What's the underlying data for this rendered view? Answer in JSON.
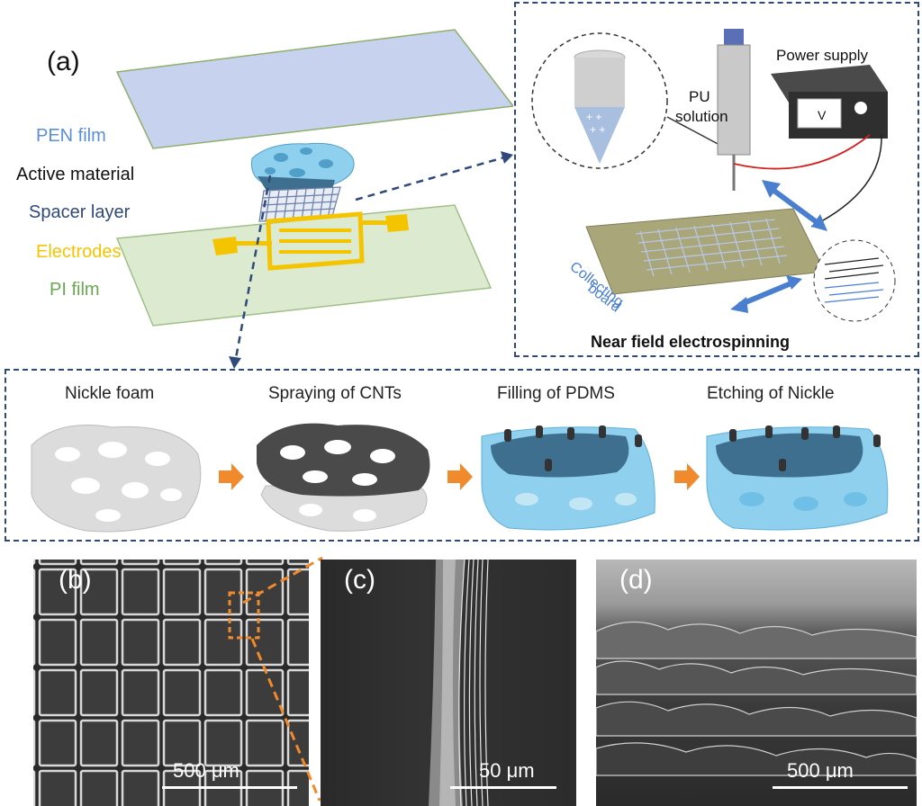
{
  "panel_a": {
    "letter": "(a)",
    "layers": {
      "pen": {
        "label": "PEN film",
        "color": "#5b8fd6"
      },
      "active": {
        "label": "Active material",
        "color": "#111111"
      },
      "spacer": {
        "label": "Spacer layer",
        "color": "#2f4a7a"
      },
      "electrodes": {
        "label": "Electrodes",
        "color": "#f5c400"
      },
      "pi": {
        "label": "PI film",
        "color": "#6aa84f"
      }
    },
    "electrospinning": {
      "pu_line1": "PU",
      "pu_line2": "solution",
      "power_supply": "Power supply",
      "voltmeter": "V",
      "collecting_line1": "Collecting",
      "collecting_line2": "board",
      "title": "Near field electrospinning"
    },
    "steps": [
      {
        "label": "Nickle foam"
      },
      {
        "label": "Spraying of CNTs"
      },
      {
        "label": "Filling of PDMS"
      },
      {
        "label": "Etching of Nickle"
      }
    ],
    "colors": {
      "dash_border": "#2f4a7a",
      "arrow_orange": "#f08a2c",
      "pdms_blue": "#8fd0ee"
    }
  },
  "panel_b": {
    "letter": "(b)",
    "scale": "500 μm"
  },
  "panel_c": {
    "letter": "(c)",
    "scale": "50 μm"
  },
  "panel_d": {
    "letter": "(d)",
    "scale": "500 μm"
  }
}
